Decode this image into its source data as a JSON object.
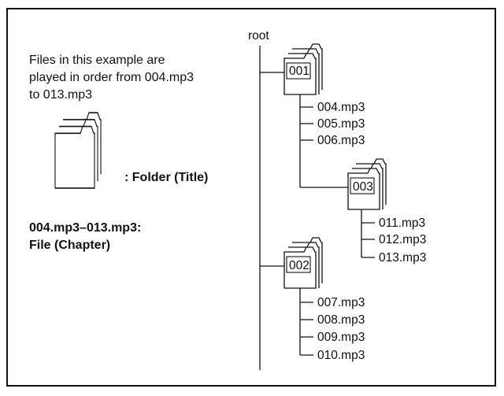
{
  "legend": {
    "intro_lines": [
      "Files in this example are",
      "played in order from 004.mp3",
      "to 013.mp3"
    ],
    "folder_label": ":  Folder (Title)",
    "file_range": "004.mp3–013.mp3:",
    "file_label": "File (Chapter)"
  },
  "tree": {
    "root": "root",
    "folders": [
      {
        "name": "001",
        "files": [
          "004.mp3",
          "005.mp3",
          "006.mp3"
        ]
      },
      {
        "name": "003",
        "files": [
          "011.mp3",
          "012.mp3",
          "013.mp3"
        ]
      },
      {
        "name": "002",
        "files": [
          "007.mp3",
          "008.mp3",
          "009.mp3",
          "010.mp3"
        ]
      }
    ]
  }
}
